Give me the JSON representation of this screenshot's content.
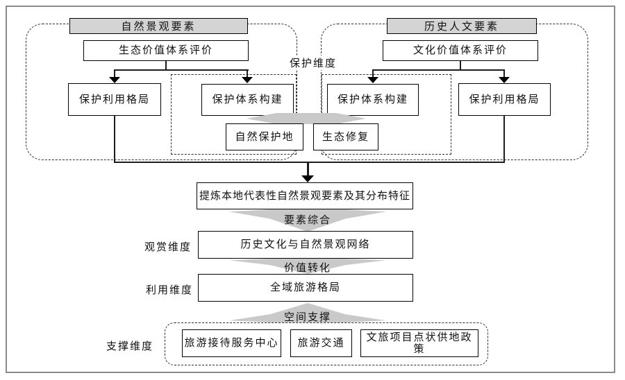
{
  "page": {
    "border_color": "#8a8a8a",
    "background": "#ffffff"
  },
  "colors": {
    "header_fill": "#d4d4d4",
    "arrow_fill": "#c9c9c9",
    "box_border": "#000000",
    "dash_color": "#2e2e2e"
  },
  "left_group": {
    "header": "自然景观要素",
    "evaluation_box": "生态价值体系评价",
    "pattern_box": "保护利用格局",
    "system_box": "保护体系构建",
    "nature_reserve_box": "自然保护地"
  },
  "right_group": {
    "header": "历史人文要素",
    "evaluation_box": "文化价值体系评价",
    "system_box": "保护体系构建",
    "pattern_box": "保护利用格局",
    "eco_restoration_box": "生态修复"
  },
  "dimension_labels": {
    "protection": "保护维度",
    "viewing": "观赏维度",
    "utilization": "利用维度",
    "support": "支撑维度"
  },
  "flow": {
    "extract_box": "提炼本地代表性自然景观要素及其分布特征",
    "element_synthesis_arrow": "要素综合",
    "network_box": "历史文化与自然景观网络",
    "value_transform_arrow": "价值转化",
    "tourism_box": "全域旅游格局",
    "spatial_support_arrow": "空间支撑",
    "support_boxes": [
      "旅游接待服务中心",
      "旅游交通",
      "文旅项目点状供地政策"
    ]
  }
}
